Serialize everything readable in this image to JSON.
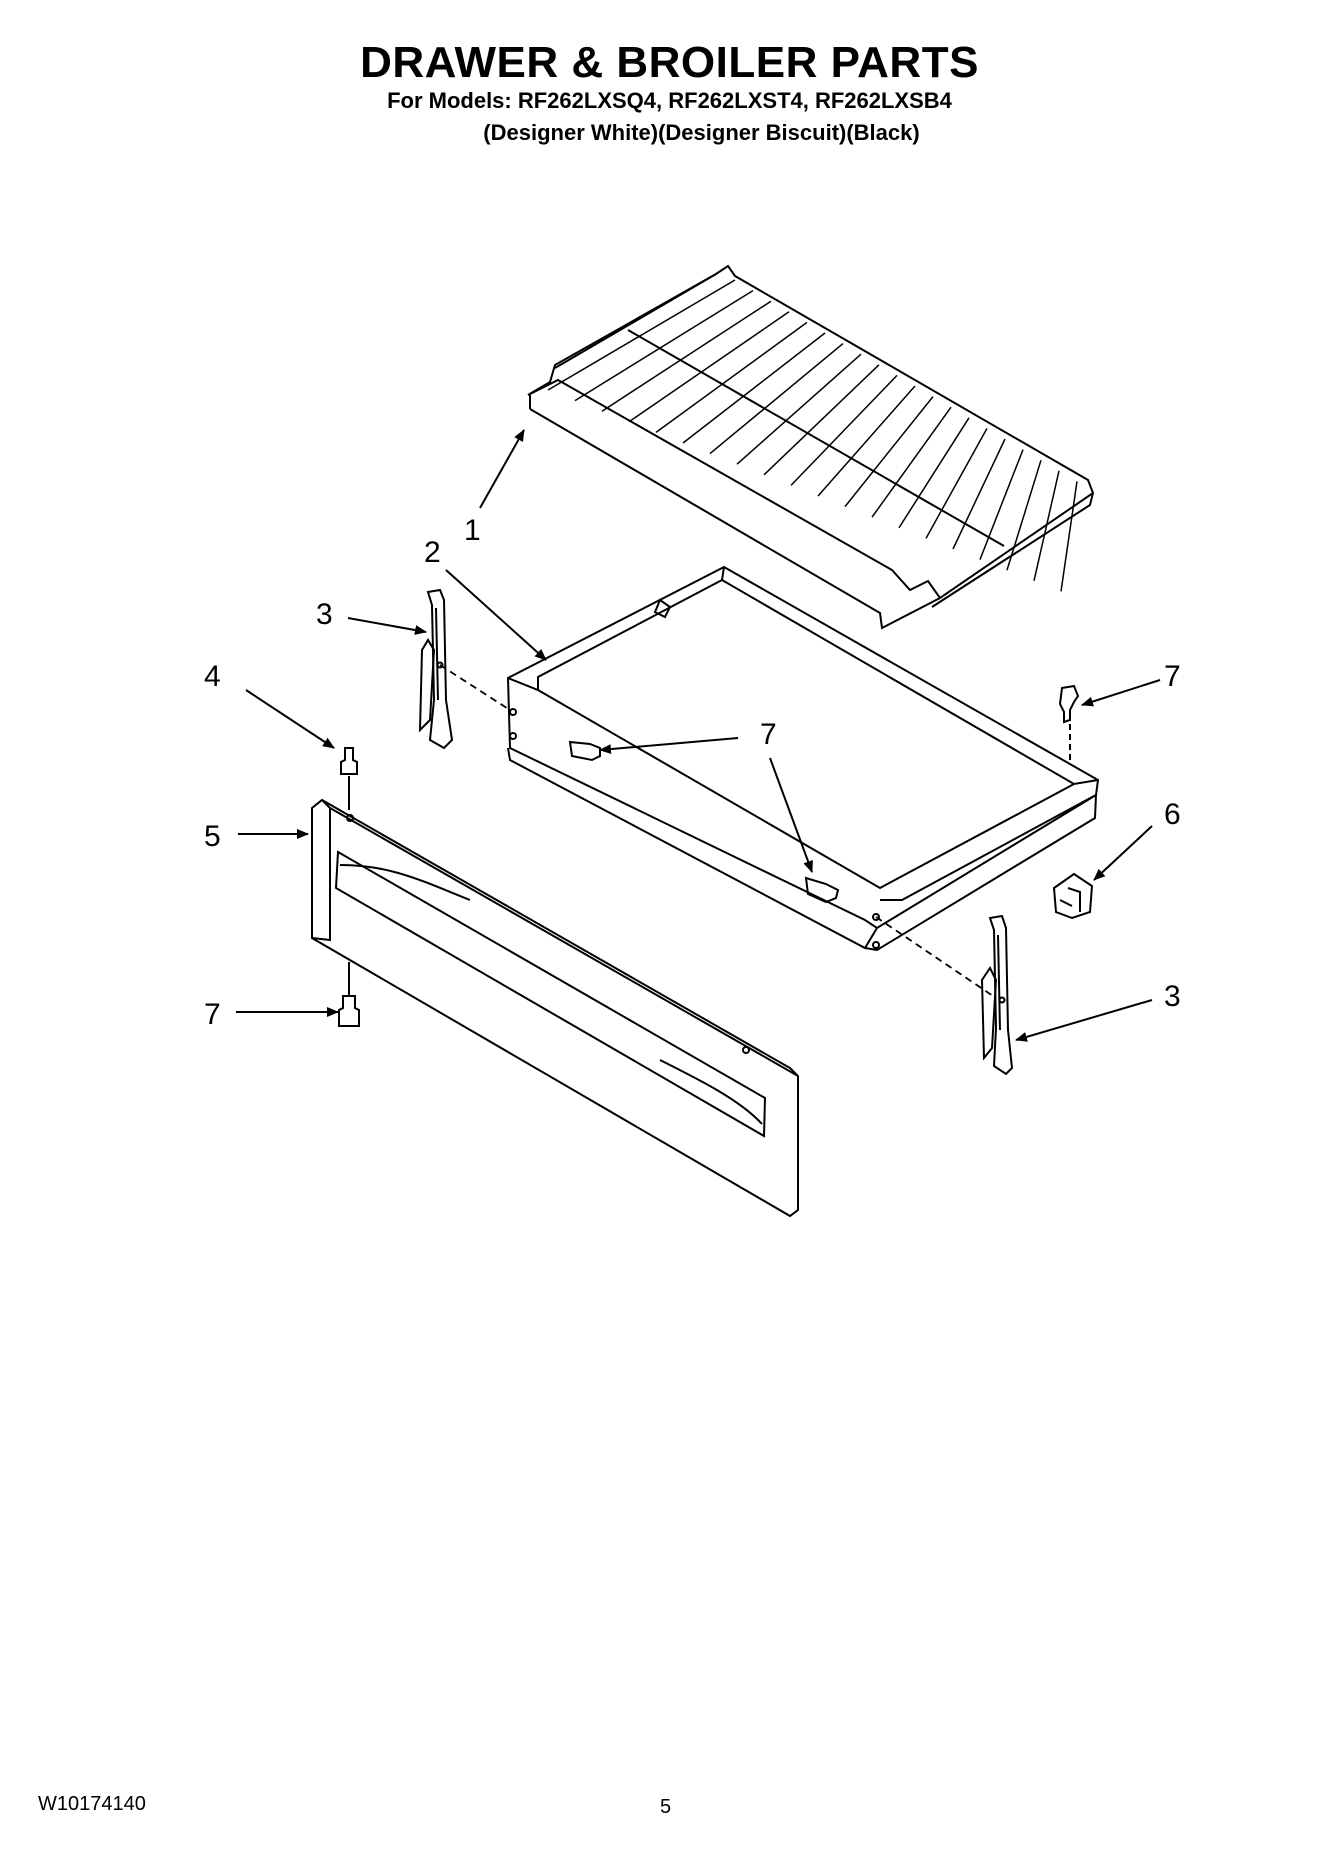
{
  "header": {
    "title": "DRAWER & BROILER PARTS",
    "models": "For Models: RF262LXSQ4, RF262LXST4, RF262LXSB4",
    "finishes": "(Designer White)(Designer Biscuit)(Black)"
  },
  "callouts": {
    "c1": "1",
    "c2": "2",
    "c3a": "3",
    "c3b": "3",
    "c4": "4",
    "c5": "5",
    "c6": "6",
    "c7a": "7",
    "c7b": "7",
    "c7c": "7"
  },
  "footer": {
    "doc_number": "W10174140",
    "page_number": "5"
  }
}
